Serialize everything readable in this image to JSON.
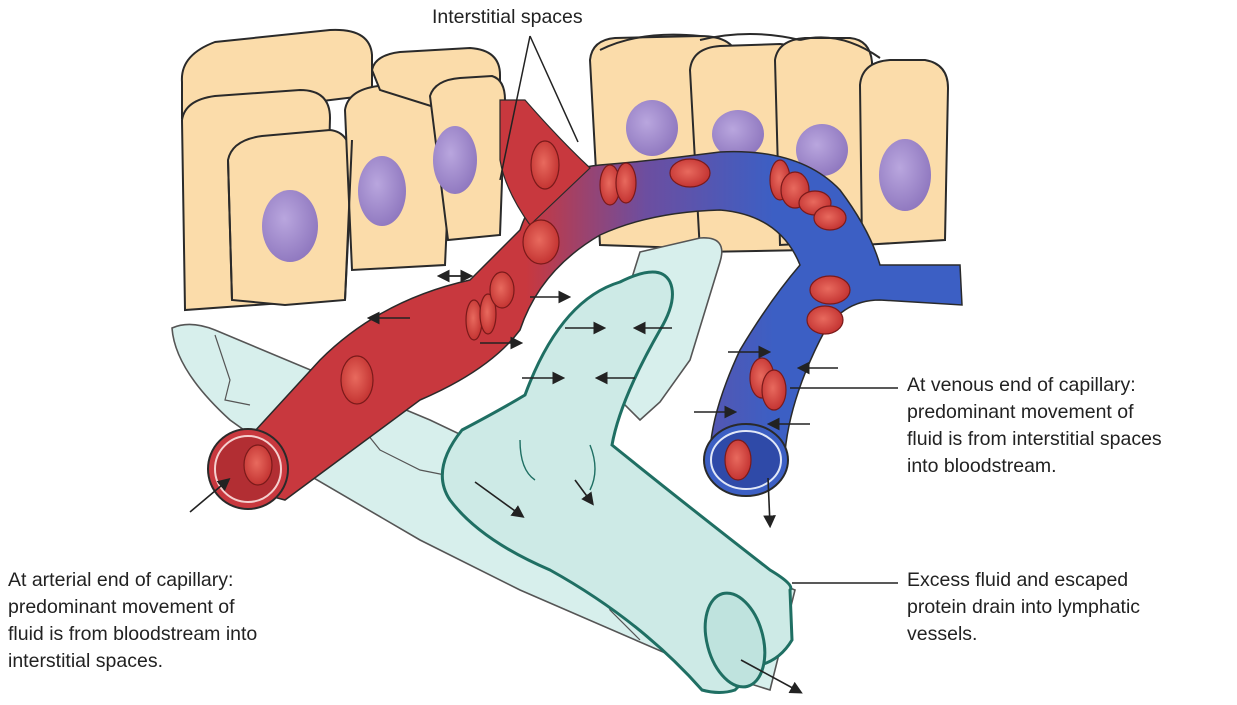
{
  "labels": {
    "interstitial": "Interstitial spaces",
    "venous": [
      "At venous end of capillary:",
      "predominant movement of",
      "fluid is from interstitial spaces",
      "into bloodstream."
    ],
    "arterial": [
      "At arterial end of capillary:",
      "predominant movement of",
      "fluid is from bloodstream into",
      "interstitial spaces."
    ],
    "lymph": [
      "Excess fluid and escaped",
      "protein drain into lymphatic",
      "vessels."
    ]
  },
  "colors": {
    "cell_fill": "#fbdcaa",
    "cell_stroke": "#2a2a2a",
    "nucleus": "#9a83c6",
    "arterial": "#c8383e",
    "venous": "#3c5fc4",
    "rbc": "#d2403e",
    "lymph_fill": "#cdeae6",
    "lymph_stroke": "#1f6f63",
    "arrow": "#222222"
  }
}
